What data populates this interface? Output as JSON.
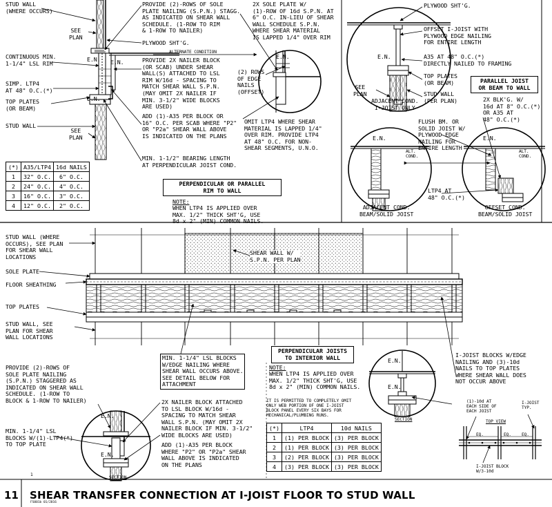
{
  "detail": {
    "number": "11",
    "title": "SHEAR TRANSFER CONNECTION AT I-JOIST FLOOR TO STUD WALL",
    "stamp": "FS001b  01/2016",
    "top_mark": "1"
  },
  "perp_rim": {
    "stud_wall_where": "STUD WALL\n(WHERE OCCURS)",
    "see_plan_1": "SEE\nPLAN",
    "continuous_rim": "CONTINUOUS MIN.\n1-1/4\" LSL RIM",
    "simp_ltp4": "SIMP. LTP4\nAT 48\" O.C.(*)",
    "top_plates": "TOP PLATES\n(OR BEAM)",
    "stud_wall": "STUD WALL",
    "see_plan_2": "SEE\nPLAN",
    "en_1": "E.N.",
    "en_2": "E.N.",
    "en_3": "E.N.",
    "provide_rows": "PROVIDE (2)-ROWS OF SOLE\nPLATE NAILING (S.P.N.) STAGG.\nAS INDICATED ON SHEAR WALL\nSCHEDULE. (1-ROW TO RIM\n& 1-ROW TO NAILER)",
    "plywood": "PLYWOOD SHT'G.",
    "alternate": "ALTERNATE CONDITION",
    "provide_nailer": "PROVIDE 2X NAILER BLOCK\n(OR SCAB) UNDER SHEAR\nWALL(S) ATTACHED TO LSL\nRIM W/16d - SPACING TO\nMATCH SHEAR WALL S.P.N.\n(MAY OMIT 2X NAILER IF\nMIN. 3-1/2\" WIDE BLOCKS\nARE USED)",
    "add_a35": "ADD (1)-A35 PER BLOCK OR\n16\" O.C. PER SCAB WHERE \"P2\"\nOR \"P2a\" SHEAR WALL ABOVE\nIS INDICATED ON THE PLANS",
    "min_bearing": "MIN. 1-1/2\" BEARING LENGTH\nAT PERPENDICULAR JOIST COND.",
    "sole_plate_2x": "2X SOLE PLATE W/\n(1)-ROW OF 16d S.P.N. AT\n6\" O.C. IN-LIEU OF SHEAR\nWALL SCHEDULE S.P.N.\nWHERE SHEAR MATERIAL\nIS LAPPED 1/4\" OVER RIM",
    "edge_nails": "(2) ROWS\nOF EDGE\nNAILS\n(OFFSET)",
    "en_4": "E.N.",
    "omit_ltp4": "OMIT LTP4 WHERE SHEAR\nMATERIAL IS LAPPED 1/4\"\nOVER RIM. PROVIDE LTP4\nAT 48\" O.C. FOR NON-\nSHEAR SEGMENTS, U.N.O.",
    "box_title": "PERPENDICULAR OR PARALLEL\nRIM TO WALL",
    "note_head": "NOTE:",
    "note_body": "WHEN LTP4 IS APPLIED OVER\nMAX. 1/2\" THICK SHT'G, USE\n8d x 2\" (MIN) COMMON NAILS.",
    "table_head": [
      "(*)",
      "A35/LTP4",
      "16d NAILS"
    ],
    "table_rows": [
      [
        "1",
        "32\" O.C.",
        "6\" O.C."
      ],
      [
        "2",
        "24\" O.C.",
        "4\" O.C."
      ],
      [
        "3",
        "16\" O.C.",
        "3\" O.C."
      ],
      [
        "4",
        "12\" O.C.",
        "2\" O.C."
      ]
    ]
  },
  "parallel": {
    "plywood": "PLYWOOD SHT'G.",
    "offset_ijoist": "OFFSET I-JOIST WITH\nPLYWOOD EDGE NAILING\nFOR ENTIRE LENGTH",
    "a35_48": "A35 AT 48\" O.C.(*)\nDIRECTLY NAILED TO FRAMING",
    "top_plates": "TOP PLATES\n(OR BEAM)",
    "stud_wall": "STUD WALL\n(PER PLAN)",
    "see_plan": "SEE\nPLAN",
    "en_1": "E.N.",
    "adjacent_ijoist": "ADJACENT COND.\nI-JOIST ONLY",
    "box_title": "PARALLEL JOIST\nOR BEAM TO WALL",
    "blks": "2X BLK'G. W/\n16d AT 8\" O.C.(*)\nOR A35 AT\n48\" O.C.(*)",
    "flush_bm": "FLUSH BM. OR\nSOLID JOIST W/\nPLYWOOD EDGE\nNAILING FOR\nENTIRE LENGTH",
    "en_2": "E.N.",
    "en_3": "E.N.",
    "alt_cond_1": "ALT.\nCOND.",
    "alt_cond_2": "ALT.\nCOND.",
    "ltp4_48": "LTP4 AT\n48\" O.C.(*)",
    "adjacent_beam": "ADJACENT COND.\nBEAM/SOLID JOIST",
    "offset_beam": "OFFSET COND.\nBEAM/SOLID JOIST"
  },
  "elevation": {
    "stud_wall_where": "STUD WALL (WHERE\nOCCURS), SEE PLAN\nFOR SHEAR WALL\nLOCATIONS",
    "sole_plate": "SOLE PLATE",
    "floor_sheathing": "FLOOR SHEATHING",
    "top_plates": "TOP PLATES",
    "stud_wall_below": "STUD WALL, SEE\nPLAN FOR SHEAR\nWALL LOCATIONS",
    "shear_wall": "SHEAR WALL W/\nS.P.N. PER PLAN"
  },
  "perp_interior": {
    "min_lsl": "MIN. 1-1/4\" LSL BLOCKS\nW/EDGE NAILING WHERE\nSHEAR WALL OCCURS ABOVE.\nSEE DETAIL BELOW FOR\nATTACHMENT",
    "provide_rows": "PROVIDE (2)-ROWS OF\nSOLE PLATE NAILING\n(S.P.N.) STAGGERED AS\nINDICATED ON SHEAR WALL\nSCHEDULE. (1-ROW TO\nBLOCK & 1-ROW TO NAILER)",
    "min_lsl_blocks": "MIN. 1-1/4\" LSL\nBLOCKS W/(1)-LTP4(*)\nTO TOP PLATE",
    "nailer_2x": "2X NAILER BLOCK ATTACHED\nTO LSL BLOCK W/16d -\nSPACING TO MATCH SHEAR\nWALL S.P.N. (MAY OMIT 2X\nNAILER BLOCK IF MIN. 3-1/2\"\nWIDE BLOCKS ARE USED)",
    "add_a35": "ADD (1)-A35 PER BLOCK\nWHERE \"P2\" OR \"P2a\" SHEAR\nWALL ABOVE IS INDICATED\nON THE PLANS",
    "en_1": "E.N.",
    "en_2": "E.N.",
    "section_1": "SECTION",
    "box_title": "PERPENDICULAR JOISTS\nTO INTERIOR WALL",
    "note_head": "NOTE:",
    "note_body": "WHEN LTP4 IS APPLIED OVER\nMAX. 1/2\" THICK SHT'G, USE\n8d x 2\" (MIN) COMMON NAILS.",
    "permitted": "IT IS PERMITTED TO COMPLETELY OMIT\nONLY WEB PORTION OF ONE I-JOIST\nBLOCK PANEL EVERY SIX BAYS FOR\nMECHANICAL/PLUMBING RUNS.",
    "table_head": [
      "(*)",
      "LTP4",
      "10d NAILS"
    ],
    "table_rows": [
      [
        "1",
        "(1) PER BLOCK",
        "(3) PER BLOCK"
      ],
      [
        "2",
        "(1) PER BLOCK",
        "(3) PER BLOCK"
      ],
      [
        "3",
        "(2) PER BLOCK",
        "(3) PER BLOCK"
      ],
      [
        "4",
        "(3) PER BLOCK",
        "(3) PER BLOCK"
      ]
    ],
    "en_3": "E.N.",
    "en_4": "E.N.",
    "section_2": "SECTION",
    "ijoist_blocks": "I-JOIST BLOCKS W/EDGE\nNAILING AND (3)-10d\nNAILS TO TOP PLATES\nWHERE SHEAR WALL DOES\nNOT OCCUR ABOVE",
    "ten_d": "(1)-10d AT\nEACH SIDE OF\nEACH JOIST",
    "ijoist_typ": "I-JOIST\nTYP.",
    "top_view": "TOP VIEW",
    "eq_1": "EQ.",
    "eq_2": "EQ.",
    "eq_3": "EQ.",
    "ijoist_block": "I-JOIST BLOCK\nW/3-10d"
  }
}
